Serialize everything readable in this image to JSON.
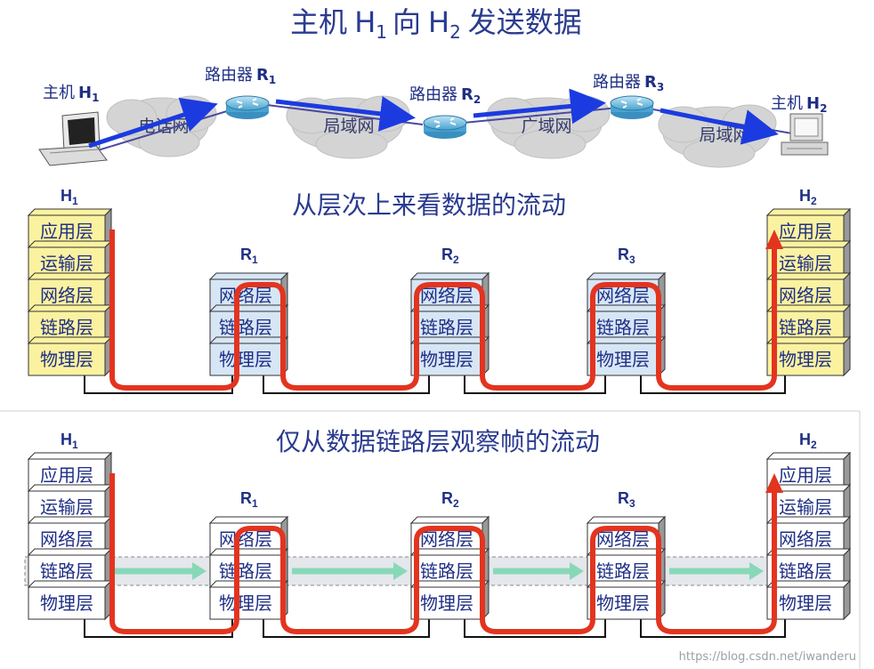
{
  "title": {
    "prefix": "主机",
    "h1": "H",
    "h1_sub": "1",
    "mid": "向",
    "h2": "H",
    "h2_sub": "2",
    "suffix": "发送数据"
  },
  "network": {
    "host1": {
      "label": "主机",
      "name": "H",
      "sub": "1"
    },
    "host2": {
      "label": "主机",
      "name": "H",
      "sub": "2"
    },
    "routers": [
      {
        "label": "路由器",
        "name": "R",
        "sub": "1"
      },
      {
        "label": "路由器",
        "name": "R",
        "sub": "2"
      },
      {
        "label": "路由器",
        "name": "R",
        "sub": "3"
      }
    ],
    "clouds": [
      "电话网",
      "局域网",
      "广域网",
      "局域网"
    ]
  },
  "section1": {
    "title": "从层次上来看数据的流动"
  },
  "section2": {
    "title": "仅从数据链路层观察帧的流动"
  },
  "host_layers": [
    "应用层",
    "运输层",
    "网络层",
    "链路层",
    "物理层"
  ],
  "router_layers": [
    "网络层",
    "链路层",
    "物理层"
  ],
  "stack_labels": {
    "h1": {
      "name": "H",
      "sub": "1"
    },
    "h2": {
      "name": "H",
      "sub": "2"
    },
    "r1": {
      "name": "R",
      "sub": "1"
    },
    "r2": {
      "name": "R",
      "sub": "2"
    },
    "r3": {
      "name": "R",
      "sub": "3"
    }
  },
  "watermark": "https://blog.csdn.net/iwanderu",
  "colors": {
    "title": "#2a3b8f",
    "host_box_yellow": "#fbf2a0",
    "router_box_blue": "#d7e6f5",
    "white_box": "#ffffff",
    "flow_red": "#e3341f",
    "frame_green": "#88d8b8",
    "link_band": "#d9dde3",
    "arrow_blue": "#1b3be0"
  }
}
